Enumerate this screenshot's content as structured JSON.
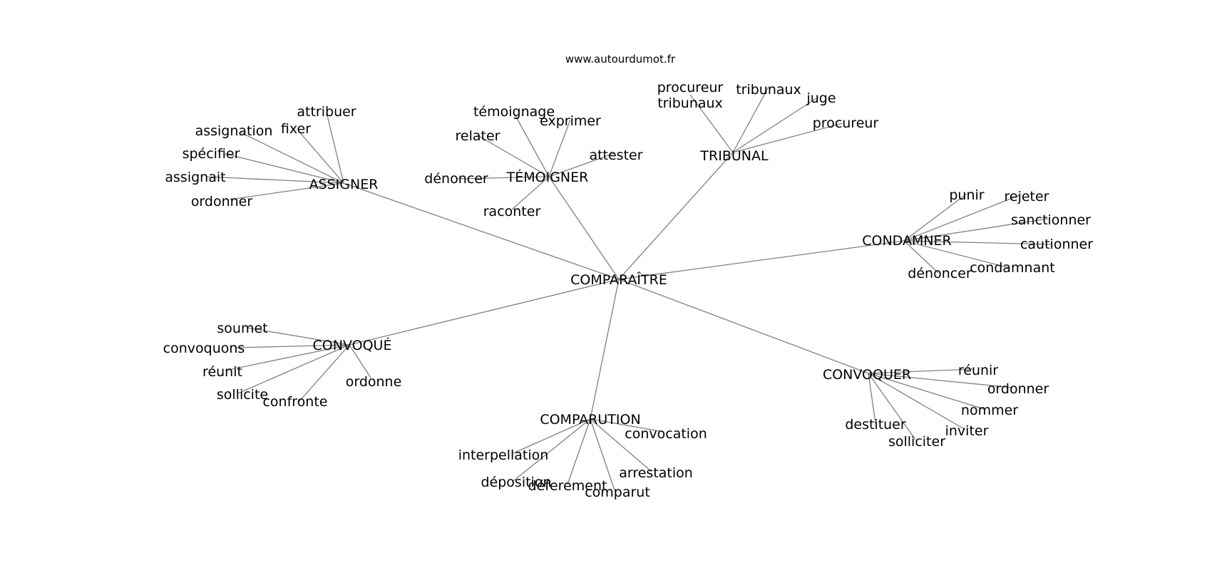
{
  "source": "www.autourdumot.fr",
  "edge_color": "#808080",
  "text_color": "#000000",
  "background": "#ffffff",
  "root": "COMPARAÎTRE",
  "hubs": [
    {
      "id": "assigner",
      "label": "ASSIGNER",
      "leaves": [
        "attribuer",
        "assignation",
        "fixer",
        "spécifier",
        "assignait",
        "ordonner"
      ]
    },
    {
      "id": "temoigner",
      "label": "TÉMOIGNER",
      "leaves": [
        "témoignage",
        "exprimer",
        "relater",
        "attester",
        "dénoncer",
        "raconter"
      ]
    },
    {
      "id": "tribunal",
      "label": "TRIBUNAL",
      "leaves": [
        "procureur\ntribunaux",
        "tribunaux",
        "juge",
        "procureur"
      ]
    },
    {
      "id": "condamner",
      "label": "CONDAMNER",
      "leaves": [
        "punir",
        "rejeter",
        "sanctionner",
        "cautionner",
        "dénoncer",
        "condamnant"
      ]
    },
    {
      "id": "convoque",
      "label": "CONVOQUÉ",
      "leaves": [
        "soumet",
        "convoquons",
        "réunit",
        "ordonne",
        "sollicite",
        "confronte"
      ]
    },
    {
      "id": "comparution",
      "label": "COMPARUTION",
      "leaves": [
        "convocation",
        "interpellation",
        "arrestation",
        "déposition",
        "déferement",
        "comparut"
      ]
    },
    {
      "id": "convoquer",
      "label": "CONVOQUER",
      "leaves": [
        "réunir",
        "ordonner",
        "nommer",
        "destituer",
        "inviter",
        "solliciter"
      ]
    }
  ]
}
